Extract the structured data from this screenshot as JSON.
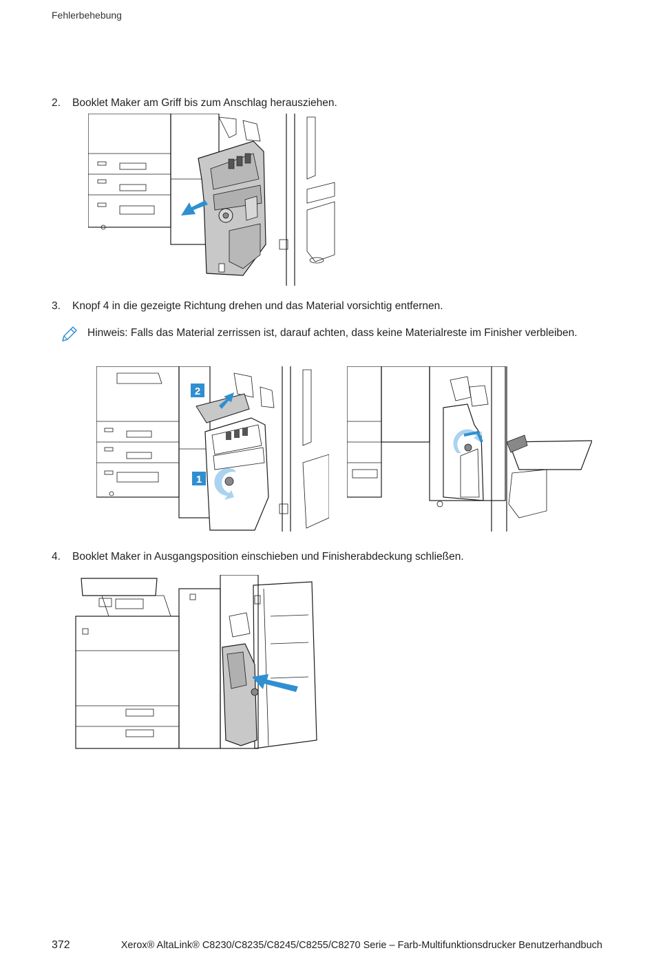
{
  "header": {
    "section": "Fehlerbehebung"
  },
  "steps": [
    {
      "num": "2.",
      "text": "Booklet Maker am Griff bis zum Anschlag herausziehen."
    },
    {
      "num": "3.",
      "text": "Knopf 4 in die gezeigte Richtung drehen und das Material vorsichtig entfernen."
    },
    {
      "num": "4.",
      "text": "Booklet Maker in Ausgangsposition einschieben und Finisherabdeckung schließen."
    }
  ],
  "note": {
    "icon": "pencil-icon",
    "text": "Hinweis: Falls das Material zerrissen ist, darauf achten, dass keine Materialreste im Finisher verbleiben."
  },
  "callouts": {
    "one": "1",
    "two": "2"
  },
  "colors": {
    "accent": "#2f8fd0",
    "arrow_light": "#a9d3f0",
    "module_gray": "#c8c8c8"
  },
  "footer": {
    "page": "372",
    "title": "Xerox® AltaLink® C8230/C8235/C8245/C8255/C8270 Serie – Farb-Multifunktionsdrucker Benutzerhandbuch"
  }
}
